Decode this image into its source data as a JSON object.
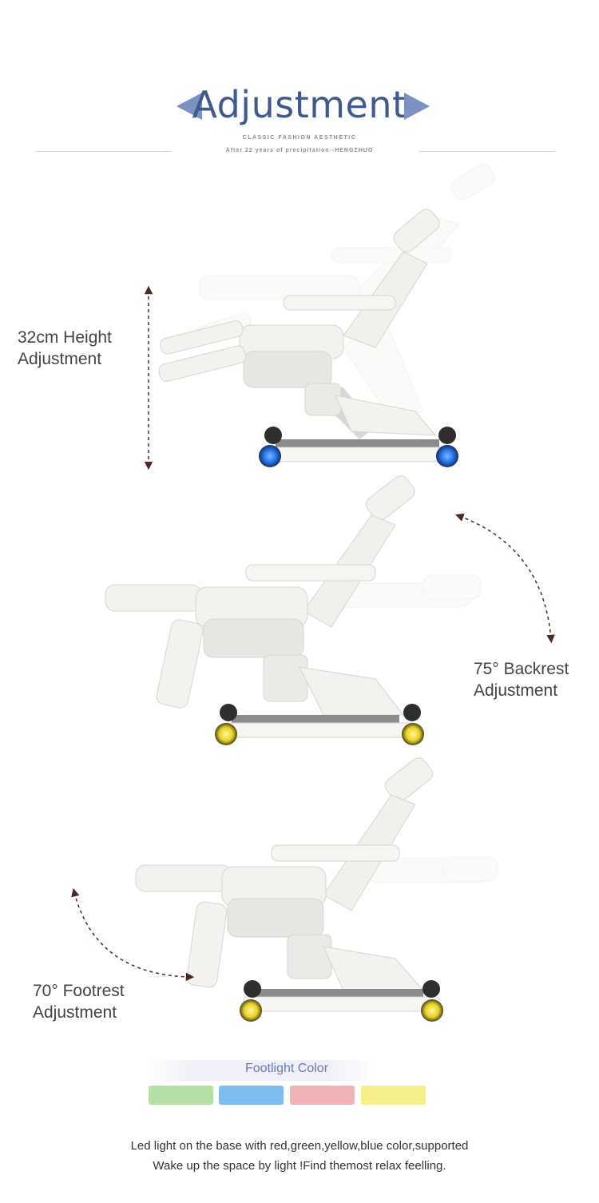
{
  "header": {
    "title": "Adjustment",
    "tagline": "CLASSIC FASHION AESTHETIC",
    "subtitle": "After 22 years of precipitation--HENGZHUO"
  },
  "sections": [
    {
      "label_line1": "32cm Height",
      "label_line2": "Adjustment",
      "wheel_color": "#1e6ee8"
    },
    {
      "label_line1": "75° Backrest",
      "label_line2": "Adjustment",
      "wheel_color": "#e8d21e"
    },
    {
      "label_line1": "70° Footrest",
      "label_line2": "Adjustment",
      "wheel_color": "#e8d21e"
    }
  ],
  "footlight": {
    "title": "Footlight Color",
    "swatches": [
      {
        "name": "green",
        "color": "#b4e0a6"
      },
      {
        "name": "blue",
        "color": "#7cbcf0"
      },
      {
        "name": "red",
        "color": "#f0b4b8"
      },
      {
        "name": "yellow",
        "color": "#f6f08a"
      }
    ]
  },
  "footer": {
    "line1": "Led light on the base with red,green,yellow,blue color,supported",
    "line2": "Wake up the space by light !Find themost relax feelling."
  },
  "colors": {
    "title": "#3f5a8e",
    "arrow": "#4a2a22",
    "chair": "#f3f2ef"
  }
}
